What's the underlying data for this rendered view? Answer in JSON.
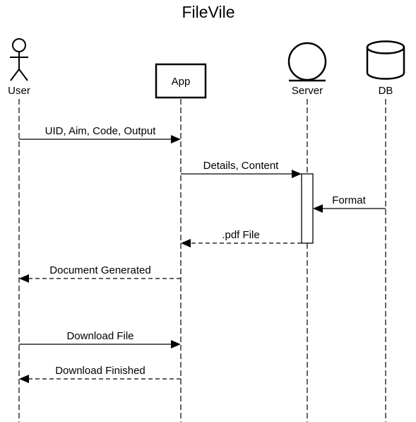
{
  "diagram": {
    "title": "FileVile",
    "participants": {
      "user": {
        "label": "User",
        "shape": "stick-figure"
      },
      "app": {
        "label": "App",
        "shape": "box"
      },
      "server": {
        "label": "Server",
        "shape": "entity-circle"
      },
      "db": {
        "label": "DB",
        "shape": "database-cylinder"
      }
    },
    "messages": [
      {
        "from": "user",
        "to": "app",
        "label": "UID, Aim, Code, Output",
        "style": "solid"
      },
      {
        "from": "app",
        "to": "server",
        "label": "Details, Content",
        "style": "solid"
      },
      {
        "from": "db",
        "to": "server",
        "label": "Format",
        "style": "solid"
      },
      {
        "from": "server",
        "to": "app",
        "label": ".pdf File",
        "style": "dashed"
      },
      {
        "from": "app",
        "to": "user",
        "label": "Document Generated",
        "style": "dashed"
      },
      {
        "from": "user",
        "to": "app",
        "label": "Download File",
        "style": "solid"
      },
      {
        "from": "app",
        "to": "user",
        "label": "Download Finished",
        "style": "dashed"
      }
    ],
    "line_color": "#000000",
    "background_color": "#ffffff"
  }
}
